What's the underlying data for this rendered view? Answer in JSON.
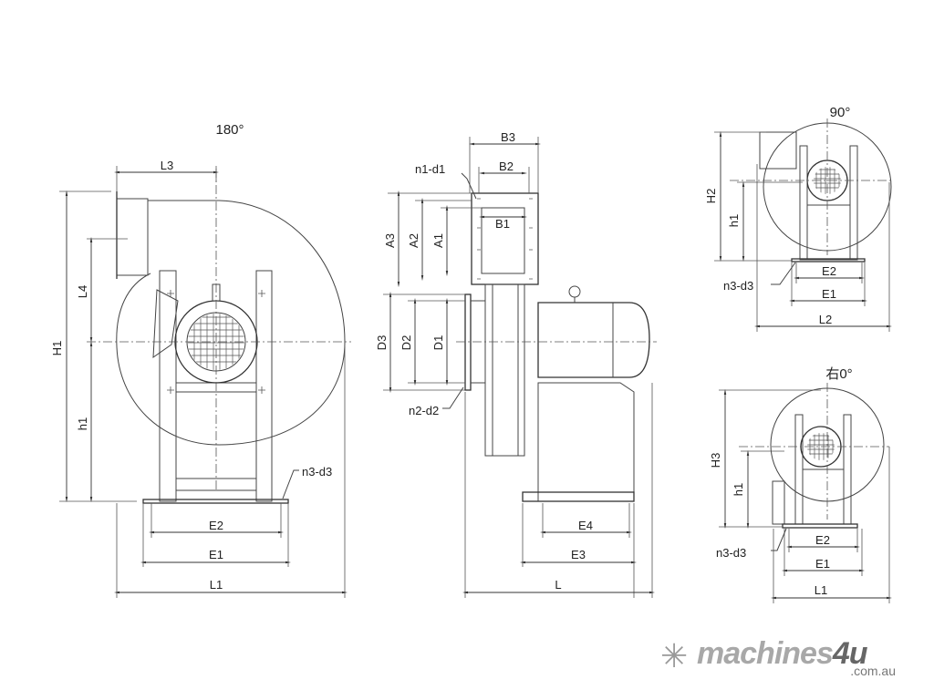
{
  "view_180": {
    "title": "180°",
    "labels": {
      "L3": "L3",
      "H1": "H1",
      "L4": "L4",
      "h1": "h1",
      "n3d3": "n3-d3",
      "E2": "E2",
      "E1": "E1",
      "L1": "L1"
    }
  },
  "view_side": {
    "labels": {
      "B3": "B3",
      "B2": "B2",
      "n1d1": "n1-d1",
      "B1": "B1",
      "A3": "A3",
      "A2": "A2",
      "A1": "A1",
      "D3": "D3",
      "D2": "D2",
      "D1": "D1",
      "n2d2": "n2-d2",
      "E4": "E4",
      "E3": "E3",
      "L": "L"
    }
  },
  "view_90": {
    "title": "90°",
    "labels": {
      "H2": "H2",
      "h1": "h1",
      "n3d3": "n3-d3",
      "E2": "E2",
      "E1": "E1",
      "L2": "L2"
    }
  },
  "view_right0": {
    "title": "右0°",
    "labels": {
      "H3": "H3",
      "h1": "h1",
      "n3d3": "n3-d3",
      "E2": "E2",
      "E1": "E1",
      "L1": "L1"
    }
  },
  "logo": {
    "icon": "snowflake-star-icon",
    "name_main": "machines",
    "name_accent": "4u",
    "domain": ".com.au"
  }
}
